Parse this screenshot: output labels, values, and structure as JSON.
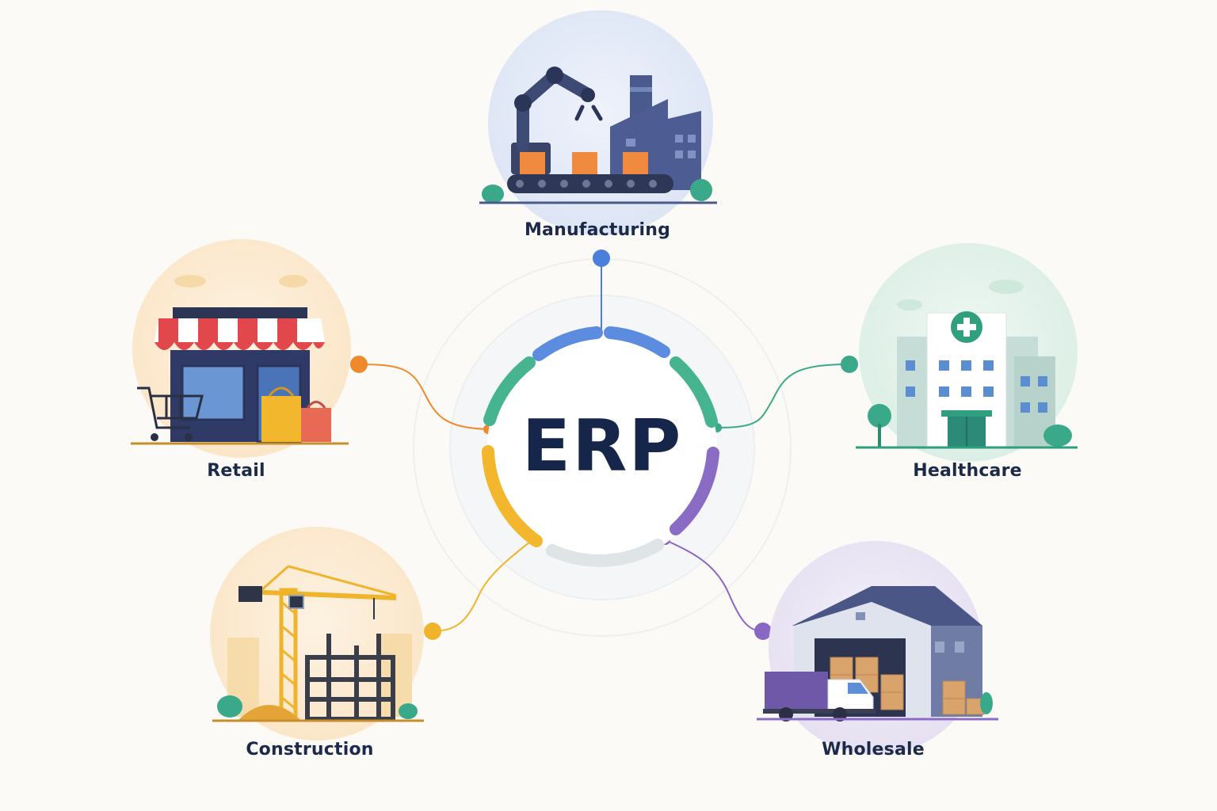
{
  "center": {
    "title": "ERP"
  },
  "industries": [
    {
      "id": "manufacturing",
      "label": "Manufacturing",
      "icon": "factory-icon",
      "connector_color": "#4a7fdc"
    },
    {
      "id": "healthcare",
      "label": "Healthcare",
      "icon": "hospital-icon",
      "connector_color": "#3aa98a"
    },
    {
      "id": "wholesale",
      "label": "Wholesale",
      "icon": "warehouse-icon",
      "connector_color": "#8a67c2"
    },
    {
      "id": "construction",
      "label": "Construction",
      "icon": "crane-icon",
      "connector_color": "#f0b42a"
    },
    {
      "id": "retail",
      "label": "Retail",
      "icon": "storefront-icon",
      "connector_color": "#ee8a2c"
    }
  ],
  "colors": {
    "background": "#fbfaf6",
    "text": "#1c2a4a",
    "ring_blue": "#5b8ce0",
    "ring_green": "#46b48f",
    "ring_purple": "#8b6cc4",
    "ring_yellow": "#f2b72c",
    "ring_gray": "#dfe4e6"
  }
}
